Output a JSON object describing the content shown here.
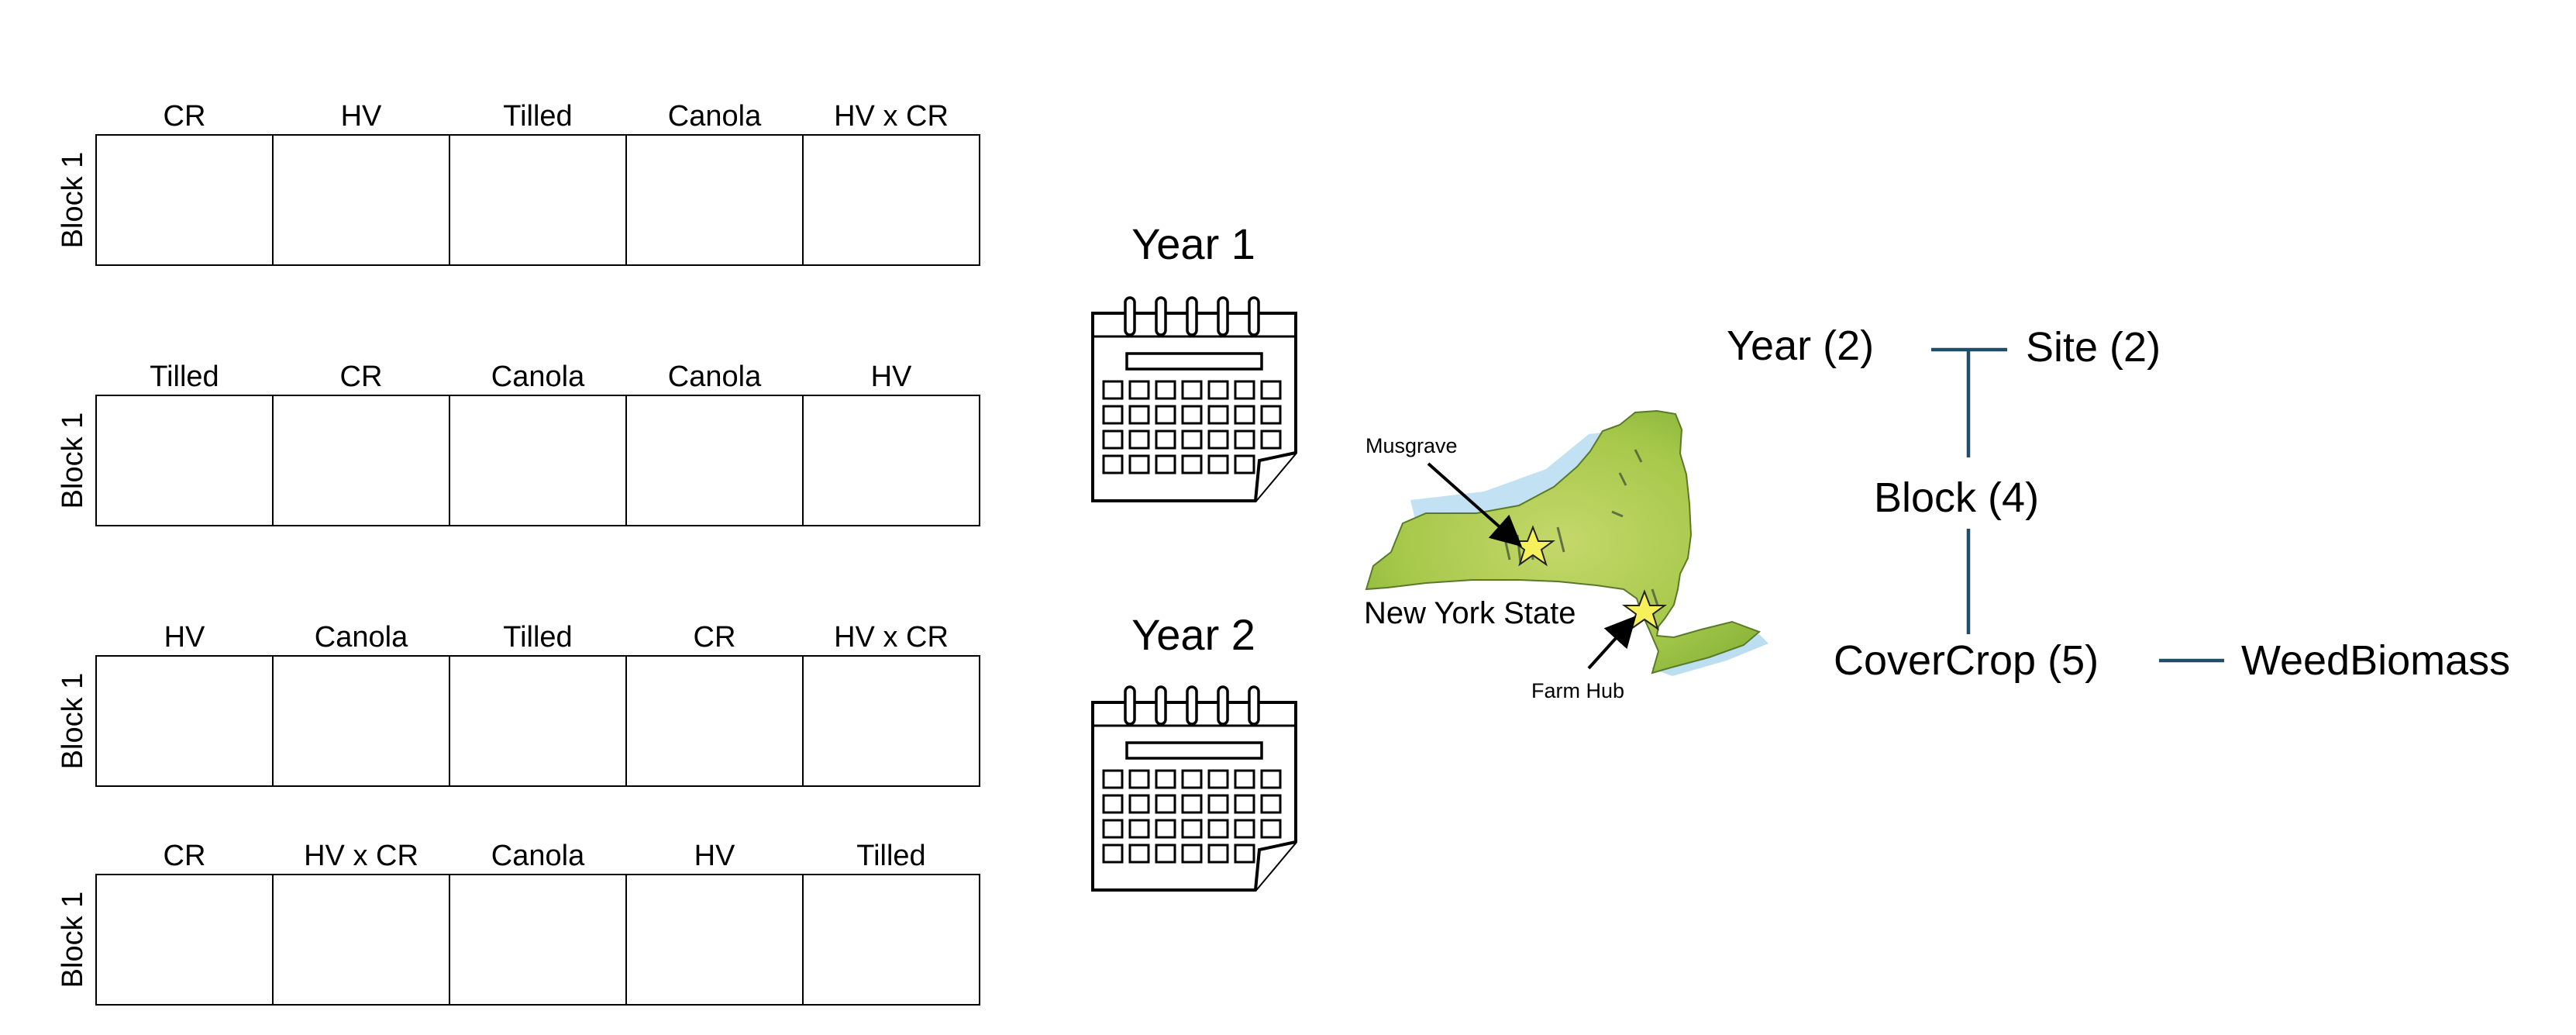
{
  "plots": {
    "blocks": [
      {
        "label": "Block 1",
        "treatments": [
          "CR",
          "HV",
          "Tilled",
          "Canola",
          "HV x CR"
        ]
      },
      {
        "label": "Block 1",
        "treatments": [
          "Tilled",
          "CR",
          "Canola",
          "Canola",
          "HV"
        ]
      },
      {
        "label": "Block 1",
        "treatments": [
          "HV",
          "Canola",
          "Tilled",
          "CR",
          "HV x CR"
        ]
      },
      {
        "label": "Block 1",
        "treatments": [
          "CR",
          "HV x CR",
          "Canola",
          "HV",
          "Tilled"
        ]
      }
    ]
  },
  "years": {
    "year1": "Year 1",
    "year2": "Year 2"
  },
  "map": {
    "state_label": "New York State",
    "sites": {
      "musgrave": "Musgrave",
      "farm_hub": "Farm Hub"
    },
    "colors": {
      "land": "#a6c84a",
      "water": "#8fc8e8",
      "star": "#f6f05a"
    }
  },
  "hierarchy": {
    "year": "Year (2)",
    "site": "Site (2)",
    "block": "Block (4)",
    "covercrop": "CoverCrop (5)",
    "response": "WeedBiomass",
    "line_color": "#1f4e66"
  },
  "icons": {
    "calendar": "calendar-icon",
    "star": "star-icon",
    "arrow": "arrow-icon"
  }
}
